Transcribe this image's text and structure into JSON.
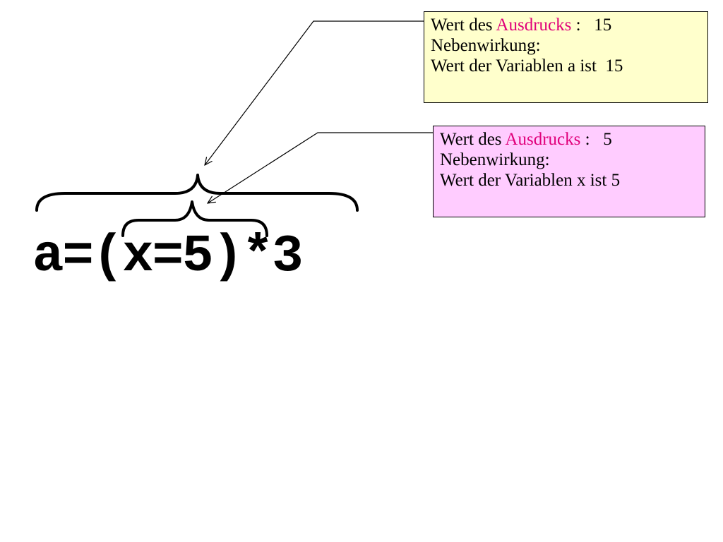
{
  "expression": {
    "part_a": "a=",
    "part_paren": "(x=5)",
    "part_rest": "*3"
  },
  "notes": {
    "outer": {
      "label_prefix": "Wert des ",
      "label_accent": "Ausdrucks",
      "label_suffix": " :   15",
      "line2": "Nebenwirkung:",
      "line3": "Wert der Variablen a ist  15",
      "background": "#ffffcc"
    },
    "inner": {
      "label_prefix": "Wert des ",
      "label_accent": "Ausdrucks",
      "label_suffix": " :   5",
      "line2": "Nebenwirkung:",
      "line3": "Wert der Variablen x ist 5",
      "background": "#ffccff"
    }
  },
  "colors": {
    "accent": "#e0007a",
    "text": "#000000"
  }
}
